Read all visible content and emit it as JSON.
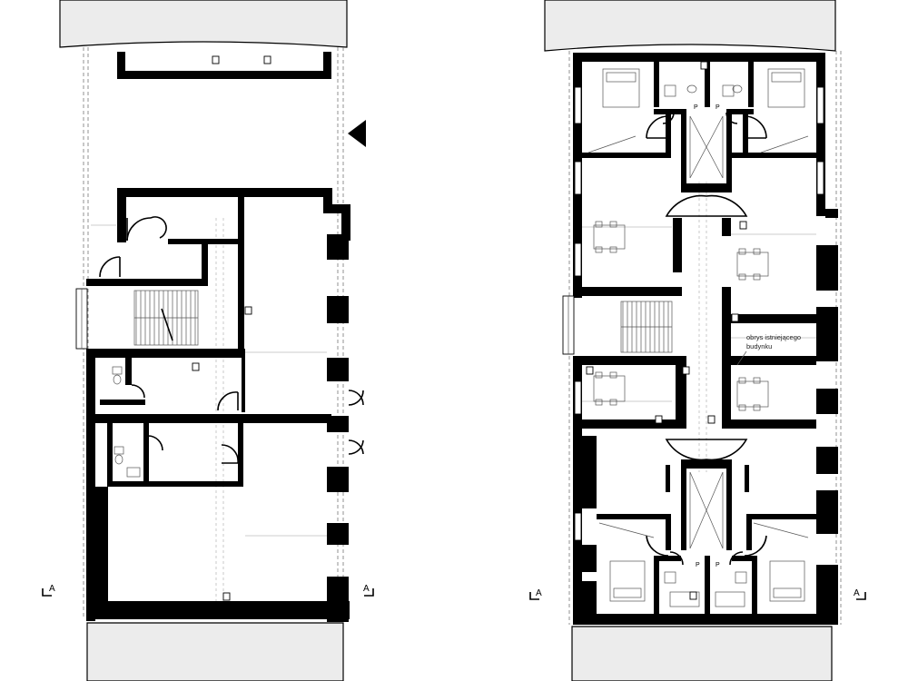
{
  "section_markers": {
    "left_plan": {
      "left": "A",
      "right": "A"
    },
    "right_plan": {
      "left": "A",
      "right": "A"
    }
  },
  "parking_label": "P",
  "annotation": {
    "line1": "obrys  istniejącego",
    "line2": "budynku"
  }
}
